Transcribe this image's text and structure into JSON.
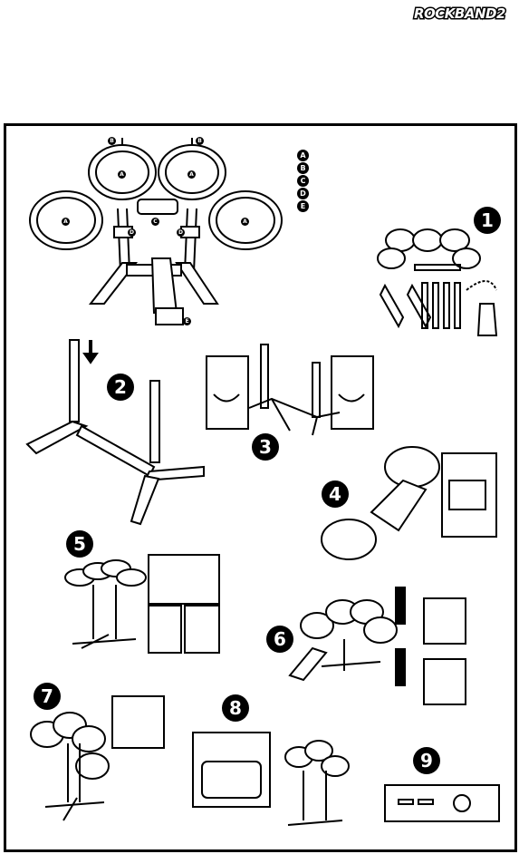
{
  "brand": {
    "logo_text": "ROCKBAND2"
  },
  "legend": [
    "A",
    "B",
    "C",
    "D",
    "E"
  ],
  "overview_tags": [
    "A",
    "A",
    "A",
    "A",
    "B",
    "B",
    "C",
    "D",
    "D",
    "E"
  ],
  "steps": [
    "1",
    "2",
    "3",
    "4",
    "5",
    "6",
    "7",
    "8",
    "9"
  ]
}
